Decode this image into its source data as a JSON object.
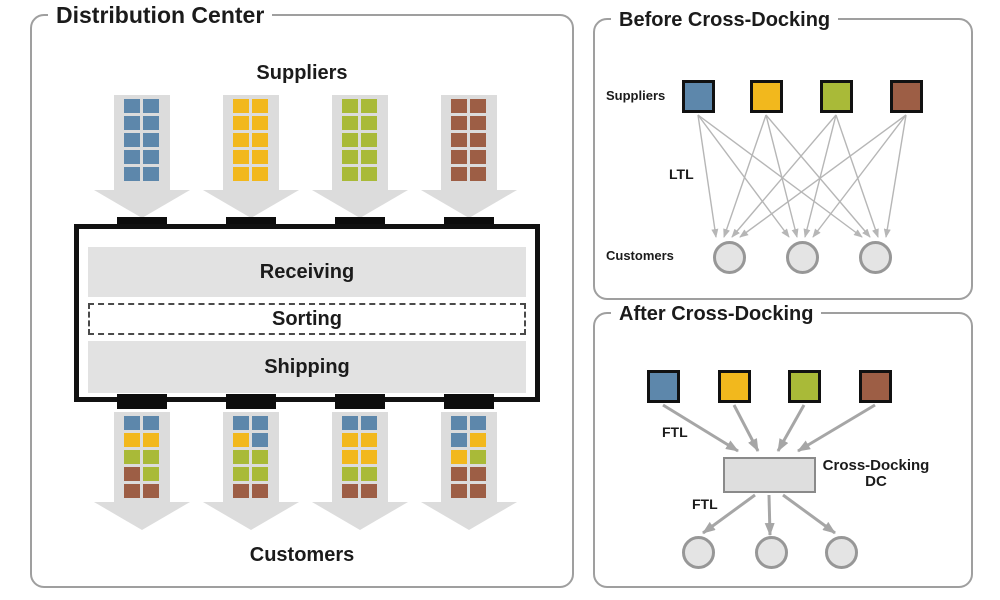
{
  "colors": {
    "blue": "#5d87ab",
    "yellow": "#f2b81d",
    "green": "#a9ba38",
    "brown": "#9d5e45",
    "pallet_gray": "#dcdcdc",
    "band_gray": "#e2e2e2",
    "dock_black": "#0d0d0d",
    "thin_arrow": "#b6b6b6",
    "thick_arrow": "#a6a6a6",
    "node_fill": "#e4e4e4",
    "node_border": "#979797",
    "panel_border": "#9f9f9f",
    "text": "#1b1b1b"
  },
  "left_panel": {
    "title": "Distribution Center",
    "suppliers_label": "Suppliers",
    "customers_label": "Customers",
    "sections": [
      {
        "label": "Receiving",
        "border": "solid"
      },
      {
        "label": "Sorting",
        "border": "dashed"
      },
      {
        "label": "Shipping",
        "border": "solid"
      }
    ],
    "supplier_pallets": [
      "blue",
      "yellow",
      "green",
      "brown"
    ],
    "customer_pallets": [
      [
        [
          "blue",
          "blue"
        ],
        [
          "yellow",
          "yellow"
        ],
        [
          "green",
          "green"
        ],
        [
          "brown",
          "green"
        ],
        [
          "brown",
          "brown"
        ]
      ],
      [
        [
          "blue",
          "blue"
        ],
        [
          "yellow",
          "blue"
        ],
        [
          "green",
          "green"
        ],
        [
          "green",
          "green"
        ],
        [
          "brown",
          "brown"
        ]
      ],
      [
        [
          "blue",
          "blue"
        ],
        [
          "yellow",
          "yellow"
        ],
        [
          "yellow",
          "yellow"
        ],
        [
          "green",
          "green"
        ],
        [
          "brown",
          "brown"
        ]
      ],
      [
        [
          "blue",
          "blue"
        ],
        [
          "blue",
          "yellow"
        ],
        [
          "yellow",
          "green"
        ],
        [
          "brown",
          "brown"
        ],
        [
          "brown",
          "brown"
        ]
      ]
    ]
  },
  "before_panel": {
    "title": "Before Cross-Docking",
    "suppliers_label": "Suppliers",
    "customers_label": "Customers",
    "shipping_mode_label": "LTL",
    "supplier_colors": [
      "blue",
      "yellow",
      "green",
      "brown"
    ],
    "customer_count": 3
  },
  "after_panel": {
    "title": "After Cross-Docking",
    "inbound_mode_label": "FTL",
    "outbound_mode_label": "FTL",
    "dc_label_line1": "Cross-Docking",
    "dc_label_line2": "DC",
    "supplier_colors": [
      "blue",
      "yellow",
      "green",
      "brown"
    ],
    "customer_count": 3
  }
}
